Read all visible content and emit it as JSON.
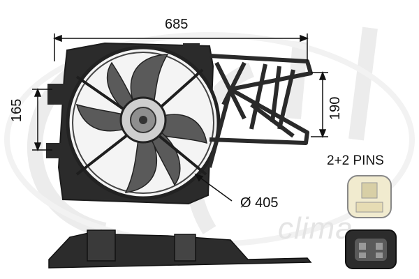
{
  "dimensions": {
    "width": "685",
    "height_left": "165",
    "height_right": "190",
    "diameter": "Ø 405"
  },
  "connector": {
    "label": "2+2 PINS"
  },
  "watermark": {
    "text": "clima"
  },
  "colors": {
    "line": "#111111",
    "part_dark": "#2a2a2a",
    "part_mid": "#555555",
    "watermark": "#e6e6e6",
    "connector_body": "#f0ead0"
  }
}
